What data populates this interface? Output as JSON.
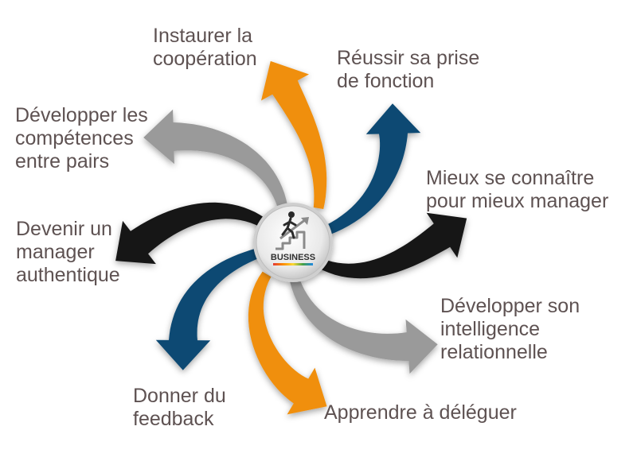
{
  "center": {
    "label": "BUSINESS",
    "icon": "running-man-stairs-icon"
  },
  "colors": {
    "text": "#5e5252",
    "navy": "#0f4a73",
    "orange": "#f08f0c",
    "gray": "#9a9a9a",
    "black": "#161616"
  },
  "items": [
    {
      "id": "cooperation",
      "lines": [
        "Instaurer la",
        "coopération"
      ],
      "color": "orange"
    },
    {
      "id": "prise-fonction",
      "lines": [
        "Réussir sa prise",
        "de fonction"
      ],
      "color": "navy"
    },
    {
      "id": "se-connaitre",
      "lines": [
        "Mieux se connaître",
        "pour mieux manager"
      ],
      "color": "black"
    },
    {
      "id": "intelligence",
      "lines": [
        "Développer son",
        "intelligence",
        "relationnelle"
      ],
      "color": "gray"
    },
    {
      "id": "deleguer",
      "lines": [
        "Apprendre à déléguer"
      ],
      "color": "orange"
    },
    {
      "id": "feedback",
      "lines": [
        "Donner du",
        "feedback"
      ],
      "color": "navy"
    },
    {
      "id": "authentique",
      "lines": [
        "Devenir un",
        "manager",
        "authentique"
      ],
      "color": "black"
    },
    {
      "id": "competences",
      "lines": [
        "Développer les",
        "compétences",
        "entre pairs"
      ],
      "color": "gray"
    }
  ]
}
